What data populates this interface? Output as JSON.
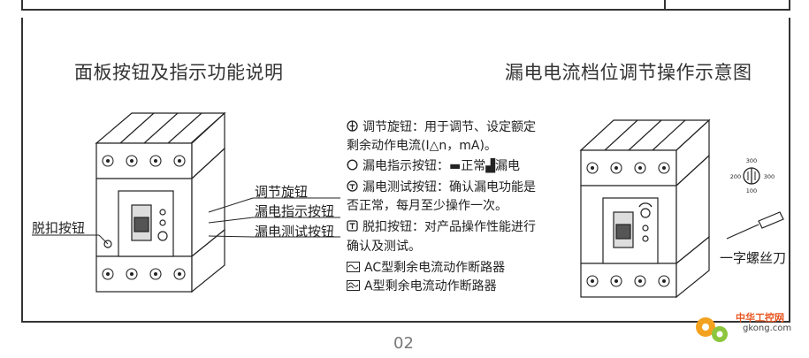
{
  "titles": {
    "left": "面板按钮及指示功能说明",
    "right": "漏电电流档位调节操作示意图"
  },
  "labels": {
    "adjust_knob": "调节旋钮",
    "leak_indicator_button": "漏电指示按钮",
    "leak_test_button": "漏电测试按钮",
    "trip_button": "脱扣按钮",
    "screwdriver": "一字螺丝刀"
  },
  "descriptions": [
    {
      "icon": "knob-icon",
      "text": "调节旋钮：用于调节、设定额定"
    },
    {
      "icon": "",
      "text": "剩余动作电流(I△n，mA)。"
    },
    {
      "icon": "indicator-circle-icon",
      "text": "漏电指示按钮：▬正常▟漏电"
    },
    {
      "icon": "test-button-icon",
      "text": "漏电测试按钮：确认漏电功能是"
    },
    {
      "icon": "",
      "text": "否正常，每月至少操作一次。"
    },
    {
      "icon": "trip-button-icon",
      "text": "脱扣按钮：对产品操作性能进行"
    },
    {
      "icon": "",
      "text": "确认及测试。"
    },
    {
      "icon": "ac-type-icon",
      "text": "AC型剩余电流动作断路器"
    },
    {
      "icon": "a-type-icon",
      "text": "A型剩余电流动作断路器"
    }
  ],
  "dial": {
    "top": "300",
    "left": "200",
    "right": "300",
    "bottom": "100"
  },
  "watermark": {
    "name": "中华工控网",
    "url": "gkong.com"
  },
  "page_number": "02"
}
